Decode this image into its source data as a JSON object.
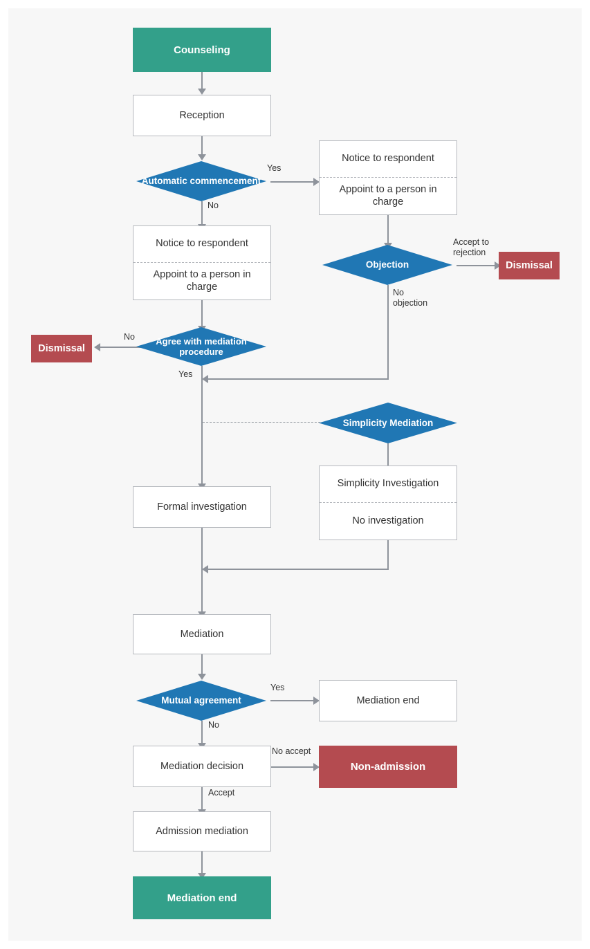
{
  "diagram": {
    "title": "Mediation Procedure Flowchart",
    "background": "#f7f7f7",
    "colors": {
      "terminal_teal": "#33a08a",
      "decision_blue": "#2077b4",
      "terminal_red": "#b44b50",
      "process_fill": "#ffffff",
      "process_border": "#b5b8bd",
      "connector": "#8e939b",
      "text_dark": "#333333"
    }
  },
  "nodes": {
    "counseling": {
      "label": "Counseling",
      "type": "terminal"
    },
    "reception": {
      "label": "Reception",
      "type": "process"
    },
    "automatic_commencement": {
      "label": "Automatic commencement",
      "type": "decision"
    },
    "notice_respondent_right": {
      "top": "Notice to respondent",
      "bottom": "Appoint to a person in charge",
      "type": "process-split"
    },
    "objection": {
      "label": "Objection",
      "type": "decision"
    },
    "dismissal_right": {
      "label": "Dismissal",
      "type": "terminal-red"
    },
    "notice_respondent_left": {
      "top": "Notice to respondent",
      "bottom": "Appoint to a person in charge",
      "type": "process-split"
    },
    "agree_mediation": {
      "label": "Agree with mediation procedure",
      "type": "decision"
    },
    "dismissal_left": {
      "label": "Dismissal",
      "type": "terminal-red"
    },
    "simplicity_mediation": {
      "label": "Simplicity Mediation",
      "type": "decision"
    },
    "simplicity_investigation": {
      "top": "Simplicity Investigation",
      "bottom": "No investigation",
      "type": "process-split"
    },
    "formal_investigation": {
      "label": "Formal investigation",
      "type": "process"
    },
    "mediation": {
      "label": "Mediation",
      "type": "process"
    },
    "mutual_agreement": {
      "label": "Mutual agreement",
      "type": "decision"
    },
    "mediation_end_box": {
      "label": "Mediation end",
      "type": "process"
    },
    "mediation_decision": {
      "label": "Mediation decision",
      "type": "process"
    },
    "non_admission": {
      "label": "Non-admission",
      "type": "terminal-red"
    },
    "admission_mediation": {
      "label": "Admission mediation",
      "type": "process"
    },
    "mediation_end_terminal": {
      "label": "Mediation end",
      "type": "terminal"
    }
  },
  "edge_labels": {
    "auto_yes": "Yes",
    "auto_no": "No",
    "objection_accept": "Accept to\nrejection",
    "objection_no": "No\nobjection",
    "agree_no": "No",
    "agree_yes": "Yes",
    "mutual_yes": "Yes",
    "mutual_no": "No",
    "decision_no_accept": "No accept",
    "decision_accept": "Accept"
  }
}
